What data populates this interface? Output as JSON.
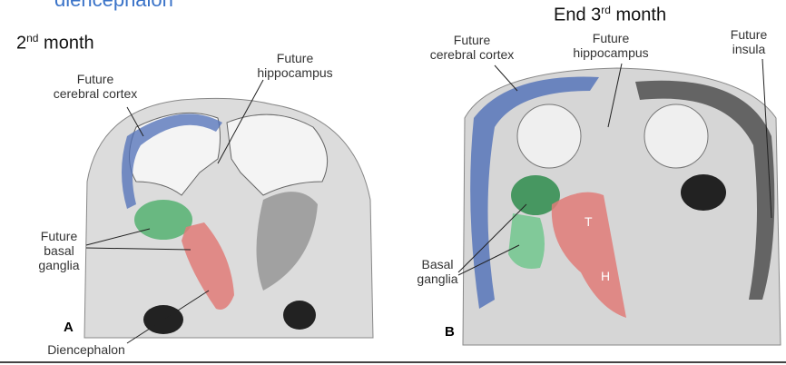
{
  "cut_title": "diencephalon",
  "panel_a": {
    "heading_num": "2",
    "heading_sup": "nd",
    "heading_rest": " month",
    "letter": "A",
    "labels": {
      "cortex": "Future\ncerebral cortex",
      "hippocampus": "Future\nhippocampus",
      "basal": "Future\nbasal\nganglia",
      "diencephalon": "Diencephalon"
    }
  },
  "panel_b": {
    "heading_pre": "End 3",
    "heading_sup": "rd",
    "heading_rest": " month",
    "letter": "B",
    "labels": {
      "cortex": "Future\ncerebral cortex",
      "hippocampus": "Future\nhippocampus",
      "insula": "Future\ninsula",
      "basal": "Basal\nganglia",
      "t": "T",
      "h": "H"
    }
  },
  "colors": {
    "cortex": "#4f6fb8",
    "basal": "#4caf6a",
    "dien": "#e07b78"
  }
}
